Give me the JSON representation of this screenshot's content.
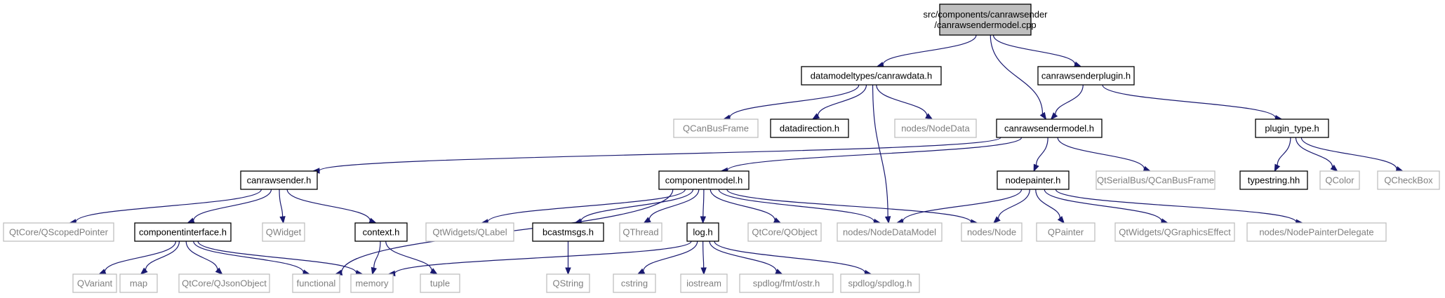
{
  "graph": {
    "nodes": [
      {
        "id": "root",
        "lines": [
          "src/components/canrawsender",
          "/canrawsendermodel.cpp"
        ],
        "kind": "root"
      },
      {
        "id": "canrawdata",
        "lines": [
          "datamodeltypes/canrawdata.h"
        ],
        "kind": "doc"
      },
      {
        "id": "plugin_h",
        "lines": [
          "canrawsenderplugin.h"
        ],
        "kind": "doc"
      },
      {
        "id": "model_h",
        "lines": [
          "canrawsendermodel.h"
        ],
        "kind": "doc"
      },
      {
        "id": "qcanbusframe",
        "lines": [
          "QCanBusFrame"
        ],
        "kind": "ext"
      },
      {
        "id": "datadirection",
        "lines": [
          "datadirection.h"
        ],
        "kind": "doc"
      },
      {
        "id": "nodedata",
        "lines": [
          "nodes/NodeData"
        ],
        "kind": "ext"
      },
      {
        "id": "plugin_type",
        "lines": [
          "plugin_type.h"
        ],
        "kind": "doc"
      },
      {
        "id": "canrawsender_h",
        "lines": [
          "canrawsender.h"
        ],
        "kind": "doc"
      },
      {
        "id": "componentmodel",
        "lines": [
          "componentmodel.h"
        ],
        "kind": "doc"
      },
      {
        "id": "nodepainter",
        "lines": [
          "nodepainter.h"
        ],
        "kind": "doc"
      },
      {
        "id": "qtserialbus",
        "lines": [
          "QtSerialBus/QCanBusFrame"
        ],
        "kind": "ext"
      },
      {
        "id": "typestring",
        "lines": [
          "typestring.hh"
        ],
        "kind": "doc"
      },
      {
        "id": "qcolor",
        "lines": [
          "QColor"
        ],
        "kind": "ext"
      },
      {
        "id": "qcheckbox",
        "lines": [
          "QCheckBox"
        ],
        "kind": "ext"
      },
      {
        "id": "qscopedptr",
        "lines": [
          "QtCore/QScopedPointer"
        ],
        "kind": "ext"
      },
      {
        "id": "compiface",
        "lines": [
          "componentinterface.h"
        ],
        "kind": "doc"
      },
      {
        "id": "qwidget",
        "lines": [
          "QWidget"
        ],
        "kind": "ext"
      },
      {
        "id": "context",
        "lines": [
          "context.h"
        ],
        "kind": "doc"
      },
      {
        "id": "qlabel",
        "lines": [
          "QtWidgets/QLabel"
        ],
        "kind": "ext"
      },
      {
        "id": "bcastmsgs",
        "lines": [
          "bcastmsgs.h"
        ],
        "kind": "doc"
      },
      {
        "id": "qthread",
        "lines": [
          "QThread"
        ],
        "kind": "ext"
      },
      {
        "id": "log",
        "lines": [
          "log.h"
        ],
        "kind": "doc"
      },
      {
        "id": "qobject",
        "lines": [
          "QtCore/QObject"
        ],
        "kind": "ext"
      },
      {
        "id": "nodedatamodel",
        "lines": [
          "nodes/NodeDataModel"
        ],
        "kind": "ext"
      },
      {
        "id": "nodesnode",
        "lines": [
          "nodes/Node"
        ],
        "kind": "ext"
      },
      {
        "id": "qpainter",
        "lines": [
          "QPainter"
        ],
        "kind": "ext"
      },
      {
        "id": "qgfxeffect",
        "lines": [
          "QtWidgets/QGraphicsEffect"
        ],
        "kind": "ext"
      },
      {
        "id": "npdelegate",
        "lines": [
          "nodes/NodePainterDelegate"
        ],
        "kind": "ext"
      },
      {
        "id": "qvariant",
        "lines": [
          "QVariant"
        ],
        "kind": "ext"
      },
      {
        "id": "map",
        "lines": [
          "map"
        ],
        "kind": "ext"
      },
      {
        "id": "qjsonobject",
        "lines": [
          "QtCore/QJsonObject"
        ],
        "kind": "ext"
      },
      {
        "id": "functional",
        "lines": [
          "functional"
        ],
        "kind": "ext"
      },
      {
        "id": "memory",
        "lines": [
          "memory"
        ],
        "kind": "ext"
      },
      {
        "id": "tuple",
        "lines": [
          "tuple"
        ],
        "kind": "ext"
      },
      {
        "id": "qstring",
        "lines": [
          "QString"
        ],
        "kind": "ext"
      },
      {
        "id": "cstring",
        "lines": [
          "cstring"
        ],
        "kind": "ext"
      },
      {
        "id": "iostream",
        "lines": [
          "iostream"
        ],
        "kind": "ext"
      },
      {
        "id": "fmtostr",
        "lines": [
          "spdlog/fmt/ostr.h"
        ],
        "kind": "ext"
      },
      {
        "id": "spdlog",
        "lines": [
          "spdlog/spdlog.h"
        ],
        "kind": "ext"
      }
    ],
    "edges": [
      [
        "root",
        "canrawdata"
      ],
      [
        "root",
        "model_h"
      ],
      [
        "root",
        "plugin_h"
      ],
      [
        "canrawdata",
        "qcanbusframe"
      ],
      [
        "canrawdata",
        "datadirection"
      ],
      [
        "canrawdata",
        "nodedata"
      ],
      [
        "canrawdata",
        "nodedatamodel"
      ],
      [
        "plugin_h",
        "model_h"
      ],
      [
        "plugin_h",
        "plugin_type"
      ],
      [
        "model_h",
        "canrawsender_h"
      ],
      [
        "model_h",
        "componentmodel"
      ],
      [
        "model_h",
        "nodepainter"
      ],
      [
        "model_h",
        "qtserialbus"
      ],
      [
        "plugin_type",
        "typestring"
      ],
      [
        "plugin_type",
        "qcolor"
      ],
      [
        "plugin_type",
        "qcheckbox"
      ],
      [
        "canrawsender_h",
        "qscopedptr"
      ],
      [
        "canrawsender_h",
        "compiface"
      ],
      [
        "canrawsender_h",
        "qwidget"
      ],
      [
        "canrawsender_h",
        "context"
      ],
      [
        "componentmodel",
        "functional"
      ],
      [
        "componentmodel",
        "qlabel"
      ],
      [
        "componentmodel",
        "bcastmsgs"
      ],
      [
        "componentmodel",
        "qthread"
      ],
      [
        "componentmodel",
        "log"
      ],
      [
        "componentmodel",
        "qobject"
      ],
      [
        "componentmodel",
        "nodedatamodel"
      ],
      [
        "componentmodel",
        "nodesnode"
      ],
      [
        "nodepainter",
        "nodedatamodel"
      ],
      [
        "nodepainter",
        "nodesnode"
      ],
      [
        "nodepainter",
        "qpainter"
      ],
      [
        "nodepainter",
        "qgfxeffect"
      ],
      [
        "nodepainter",
        "npdelegate"
      ],
      [
        "compiface",
        "qvariant"
      ],
      [
        "compiface",
        "map"
      ],
      [
        "compiface",
        "qjsonobject"
      ],
      [
        "compiface",
        "functional"
      ],
      [
        "compiface",
        "memory"
      ],
      [
        "context",
        "memory"
      ],
      [
        "context",
        "tuple"
      ],
      [
        "bcastmsgs",
        "qstring"
      ],
      [
        "log",
        "memory"
      ],
      [
        "log",
        "cstring"
      ],
      [
        "log",
        "iostream"
      ],
      [
        "log",
        "fmtostr"
      ],
      [
        "log",
        "spdlog"
      ]
    ]
  }
}
